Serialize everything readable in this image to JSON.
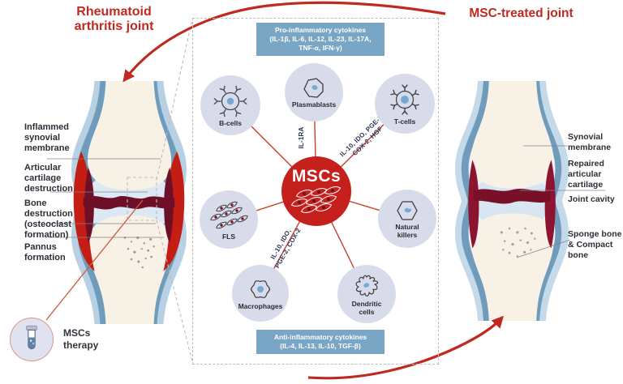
{
  "titles": {
    "left_line1": "Rheumatoid",
    "left_line2": "arthritis joint",
    "right": "MSC-treated joint"
  },
  "left_panel": {
    "labels": {
      "inflamed": "Inflammed\nsynovial\nmembrane",
      "articular": "Articular\ncartilage\ndestruction",
      "bone": "Bone\ndestruction\n(osteoclast\nformation)",
      "pannus": "Pannus\nformation"
    },
    "therapy": "MSCs\ntherapy"
  },
  "right_panel": {
    "labels": {
      "synovial": "Synovial\nmembrane",
      "repaired": "Repaired\narticular\ncartilage",
      "cavity": "Joint cavity",
      "sponge": "Sponge bone\n& Compact\nbone"
    }
  },
  "center": {
    "pro_box": {
      "title": "Pro-inflammatory cytokines",
      "list": "(IL-1β, IL-6, IL-12, IL-23, IL-17A,\nTNF-α, IFN-γ)"
    },
    "anti_box": {
      "title": "Anti-inflammatory cytokines",
      "list": "(IL-4, IL-13, IL-10, TGF-β)"
    },
    "hub_label": "MSCs",
    "cells": {
      "b_cells": "B-cells",
      "plasmablasts": "Plasmablasts",
      "t_cells": "T-cells",
      "fls": "FLS",
      "natural_killers": "Natural killers",
      "macrophages": "Macrophages",
      "dendritic": "Dendritic cells"
    },
    "edge_labels": {
      "plasmablasts": "IL-1RA",
      "t_cells_line1": "IL-10, IDO, PGE-2,",
      "t_cells_line2": "COX-2, HGF",
      "macrophages_line1": "IL-10, IDO,",
      "macrophages_line2": "PGE-2, COX-2"
    }
  },
  "colors": {
    "accent_red": "#c0291f",
    "hub_red": "#c6201c",
    "cytokine_box_blue": "#7aa6c6",
    "cell_circle_fill": "#d8dcea",
    "nucleus_blue": "#74aad2"
  }
}
